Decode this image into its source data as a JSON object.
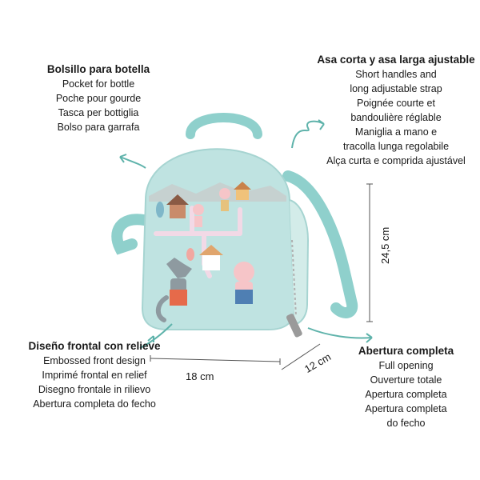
{
  "labels": {
    "pocket": {
      "title": "Bolsillo para botella",
      "lines": [
        "Pocket for bottle",
        "Poche pour gourde",
        "Tasca per bottiglia",
        "Bolso para garrafa"
      ]
    },
    "handles": {
      "title": "Asa corta y asa larga ajustable",
      "lines": [
        "Short handles and",
        "long adjustable strap",
        "Poignée courte et",
        "bandoulière réglable",
        "Maniglia a mano e",
        "tracolla lunga regolabile",
        "Alça curta e comprida ajustável"
      ]
    },
    "front": {
      "title": "Diseño frontal con relieve",
      "lines": [
        "Embossed front design",
        "Imprimé frontal en relief",
        "Disegno frontale in rilievo",
        "Abertura completa do fecho"
      ]
    },
    "opening": {
      "title": "Abertura completa",
      "lines": [
        "Full opening",
        "Ouverture totale",
        "Apertura completa",
        "Apertura completa",
        "do fecho"
      ]
    }
  },
  "dimensions": {
    "width": "18 cm",
    "depth": "12 cm",
    "height": "24,5 cm"
  },
  "colors": {
    "bag": "#bfe3e1",
    "strap": "#8fd0cc",
    "arrow": "#5fb3ab",
    "text": "#1a1a1a"
  },
  "icons": [
    "lunch-bag-illustration",
    "wolf-figure",
    "pig-figure",
    "house-icon",
    "arrow-pocket",
    "arrow-handles",
    "arrow-front",
    "arrow-opening"
  ]
}
